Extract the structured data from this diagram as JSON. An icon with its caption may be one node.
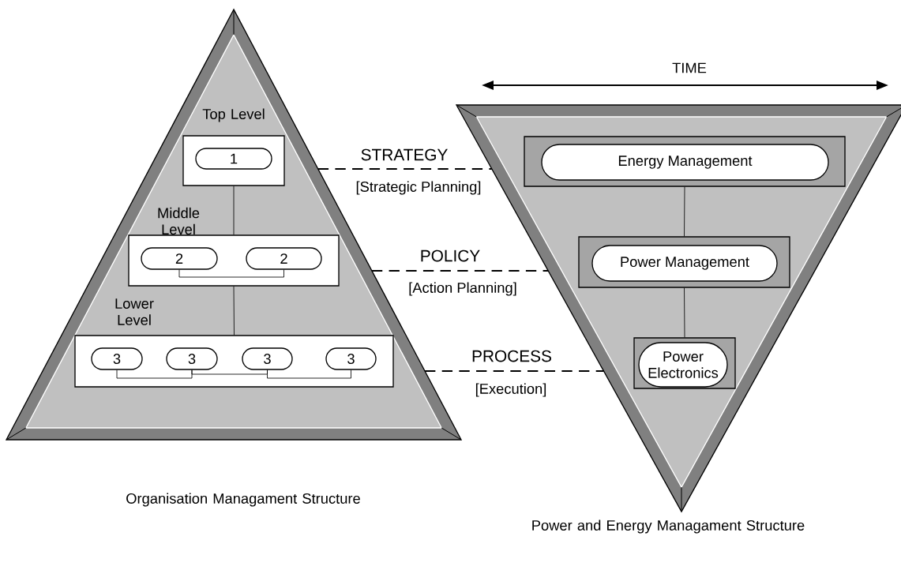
{
  "diagram": {
    "nodes": [
      {
        "text": [],
        "shape": "triangle"
      },
      {
        "text": [
          "Top Level"
        ],
        "in": 0
      },
      {
        "text": [
          "1"
        ],
        "in": 1
      },
      {
        "text": [
          "Middle Level"
        ],
        "in": 0
      },
      {
        "text": [
          "2"
        ],
        "in": 3
      },
      {
        "text": [
          "2"
        ],
        "in": 3
      },
      {
        "text": [
          "Lower Level"
        ],
        "in": 0
      },
      {
        "text": [
          "3"
        ],
        "in": 6
      },
      {
        "text": [
          "3"
        ],
        "in": 6
      },
      {
        "text": [
          "3"
        ],
        "in": 6
      },
      {
        "text": [
          "3"
        ],
        "in": 6
      },
      {
        "text": [],
        "shape": "triangle"
      },
      {
        "text": [],
        "shape": "box",
        "in": 11
      },
      {
        "text": [
          "Energy Management"
        ],
        "in": 12
      },
      {
        "text": [],
        "shape": "box",
        "in": 11
      },
      {
        "text": [
          "Power Management"
        ],
        "in": 14
      },
      {
        "text": [],
        "shape": "box",
        "in": 11
      },
      {
        "text": [
          "Power Electronics"
        ],
        "in": 16
      }
    ],
    "edges": [
      {
        "from": 1,
        "to": 3,
        "arrow": "none"
      },
      {
        "from": 3,
        "to": 6,
        "arrow": "none"
      },
      {
        "from": 4,
        "to": 5,
        "arrow": "none"
      },
      {
        "from": 7,
        "to": 8,
        "arrow": "none"
      },
      {
        "from": 8,
        "to": 9,
        "arrow": "none"
      },
      {
        "from": 9,
        "to": 10,
        "arrow": "none"
      },
      {
        "from": 12,
        "to": 14,
        "arrow": "none"
      },
      {
        "from": 14,
        "to": 16,
        "arrow": "none"
      },
      {
        "from": 0,
        "to": 11,
        "arrow": "none",
        "style": "dashed",
        "label": "STRATEGY"
      },
      {
        "from": 0,
        "to": 11,
        "arrow": "none",
        "style": "dashed",
        "label": "POLICY"
      },
      {
        "from": 0,
        "to": 11,
        "arrow": "none",
        "style": "dashed",
        "label": "PROCESS"
      }
    ],
    "labels": [
      "TIME",
      "[Strategic Planning]",
      "[Action Planning]",
      "[Execution]",
      "Organisation Managament Structure",
      "Power and Energy Managament Structure"
    ]
  }
}
